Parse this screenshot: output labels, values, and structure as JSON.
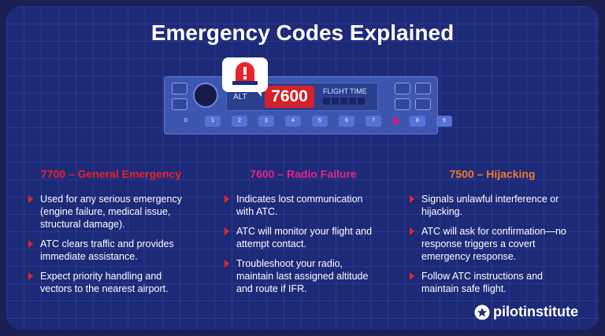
{
  "title": "Emergency Codes Explained",
  "transponder": {
    "alt_label": "ALT",
    "code": "7600",
    "flight_time_label": "FLIGHT TIME",
    "keys": [
      "0",
      "1",
      "2",
      "3",
      "4",
      "5",
      "6",
      "7",
      "8",
      "9"
    ]
  },
  "columns": [
    {
      "heading": "7700 – General Emergency",
      "color": "#e8232b",
      "bullets": [
        "Used for any serious emergency (engine failure, medical issue, structural damage).",
        "ATC clears traffic and provides immediate assistance.",
        "Expect priority handling and vectors to the nearest airport."
      ]
    },
    {
      "heading": "7600 – Radio Failure",
      "color": "#e6248a",
      "bullets": [
        "Indicates lost communication with ATC.",
        "ATC will monitor your flight and attempt contact.",
        "Troubleshoot your radio, maintain last assigned altitude and route if IFR."
      ]
    },
    {
      "heading": "7500 – Hijacking",
      "color": "#f07a2a",
      "bullets": [
        "Signals unlawful interference or hijacking.",
        "ATC will ask for confirmation—no response triggers a covert emergency response.",
        "Follow ATC instructions and maintain safe flight."
      ]
    }
  ],
  "logo": {
    "text": "pilotinstitute",
    "icon": "star-badge-icon"
  },
  "icons": {
    "alarm": "alarm-light-icon"
  }
}
